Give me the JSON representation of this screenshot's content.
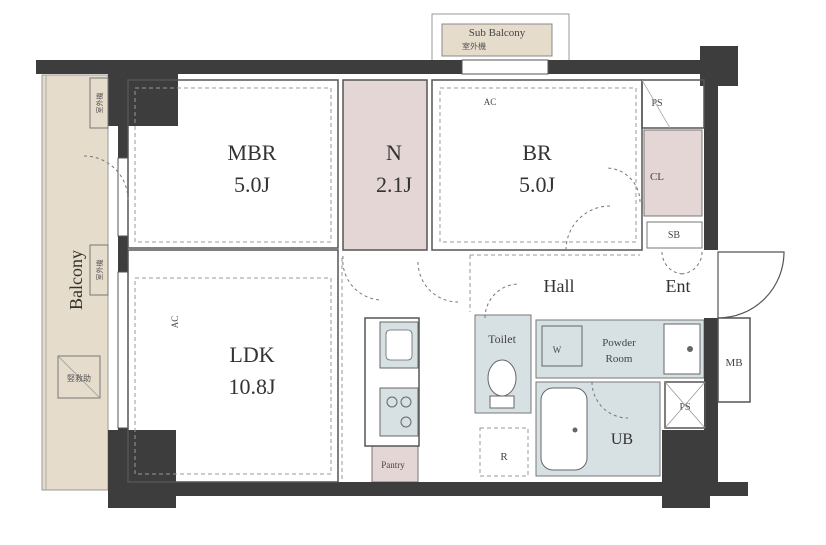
{
  "rooms": {
    "mbr": {
      "name": "MBR",
      "size": "5.0J"
    },
    "n": {
      "name": "N",
      "size": "2.1J"
    },
    "br": {
      "name": "BR",
      "size": "5.0J"
    },
    "ldk": {
      "name": "LDK",
      "size": "10.8J"
    },
    "hall": {
      "name": "Hall"
    },
    "ent": {
      "name": "Ent"
    },
    "toilet": {
      "name": "Toilet"
    },
    "powder": {
      "name_line1": "Powder",
      "name_line2": "Room"
    },
    "ub": {
      "name": "UB"
    },
    "balcony": {
      "name": "Balcony"
    },
    "sub_balcony": {
      "name": "Sub Balcony"
    }
  },
  "fixtures": {
    "cl": "CL",
    "sb": "SB",
    "ps_top": "PS",
    "ps_bottom": "PS",
    "mb": "MB",
    "pantry": "Pantry",
    "refrigerator": "R",
    "washer": "W",
    "ac_br": "AC",
    "ac_ldk": "AC",
    "outdoor_unit_sub": "室外機",
    "outdoor_unit_1": "室外機",
    "outdoor_unit_2": "室外機",
    "hatch": "竪救助"
  },
  "colors": {
    "wall": "#3d3d3d",
    "balcony_fill": "#e6dccb",
    "closet_fill": "#e4d6d4",
    "wet_area_fill": "#d7e0e3"
  }
}
